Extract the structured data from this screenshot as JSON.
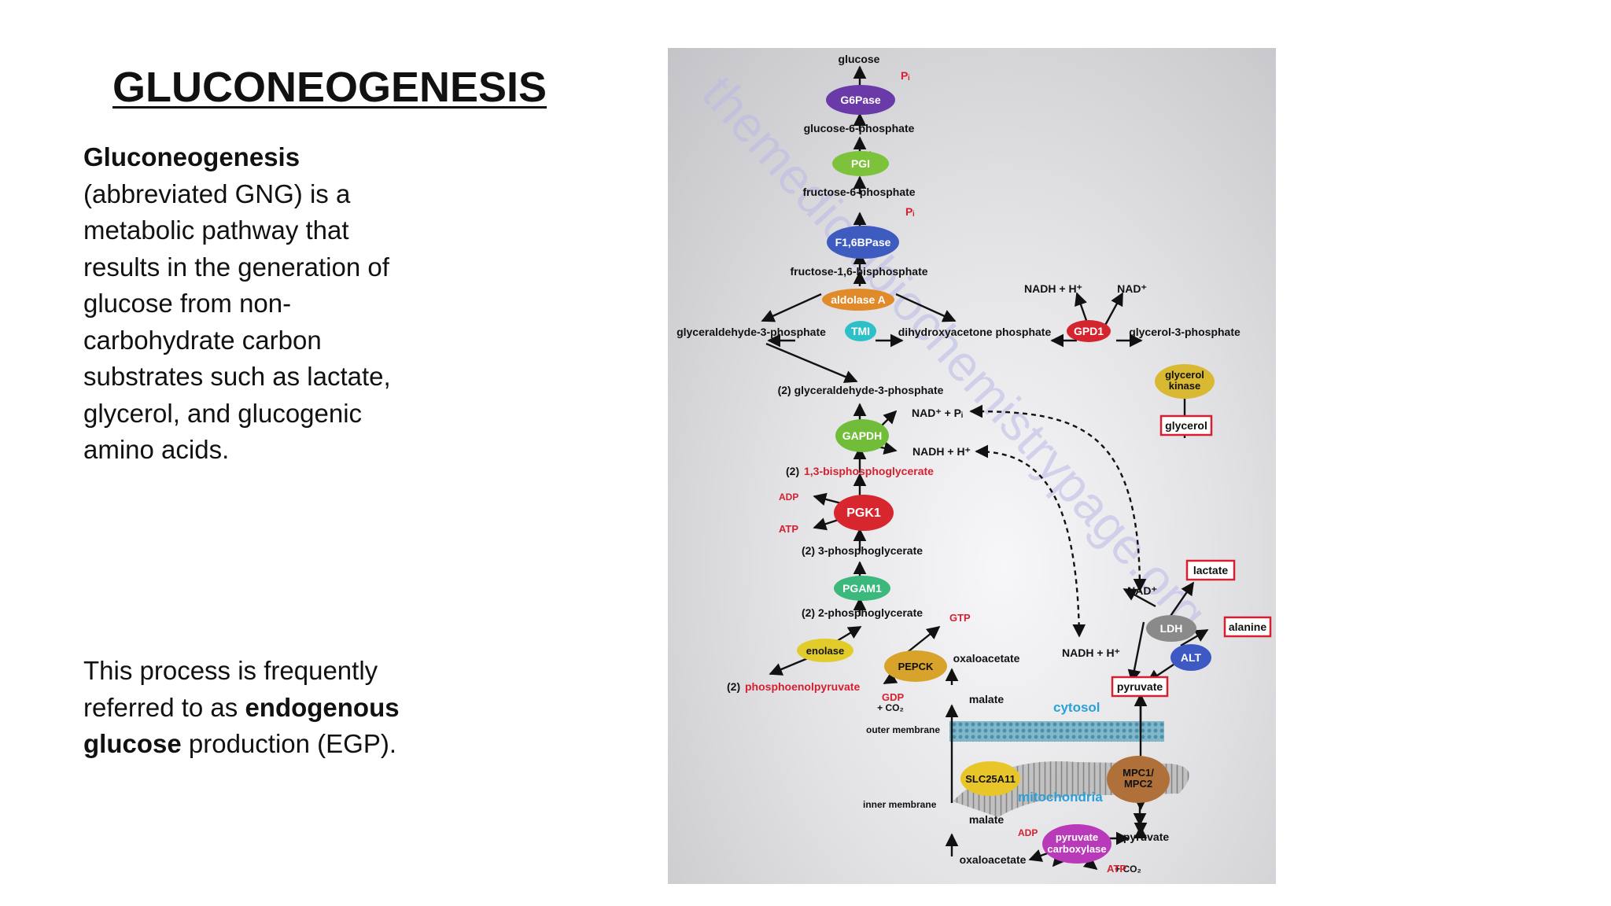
{
  "title": "GLUCONEOGENESIS",
  "intro": {
    "bold": "Gluconeogenesis",
    "rest": " (abbreviated GNG) is a metabolic pathway that results in the generation of glucose from non-carbohydrate carbon substrates such as lactate, glycerol, and glucogenic amino acids."
  },
  "second": {
    "before": "This process is frequently referred to as ",
    "bold": "endogenous glucose",
    "after": " production (EGP)."
  },
  "diagram": {
    "watermark": "themedicalbiochemistrypage.org",
    "colors": {
      "red": "#d42030",
      "blue_label": "#2aa0d8"
    },
    "metabolites": {
      "glucose": "glucose",
      "g6p": "glucose-6-phosphate",
      "f6p": "fructose-6-phosphate",
      "f16bp": "fructose-1,6-bisphosphate",
      "gap": "glyceraldehyde-3-phosphate",
      "dhap": "dihydroxyacetone phosphate",
      "g3p": "glycerol-3-phosphate",
      "gap2": "(2) glyceraldehyde-3-phosphate",
      "bpg_prefix": "(2)",
      "bpg": "1,3-bisphosphoglycerate",
      "pg3": "(2) 3-phosphoglycerate",
      "pg2": "(2) 2-phosphoglycerate",
      "pep_prefix": "(2)",
      "pep": "phosphoenolpyruvate",
      "oaa_cyt": "oxaloacetate",
      "malate_cyt": "malate",
      "malate_mito": "malate",
      "oaa_mito": "oxaloacetate",
      "pyruvate_mito": "pyruvate",
      "nadh_h_1": "NADH + H⁺",
      "nad_1": "NAD⁺",
      "nad_pi": "NAD⁺ + Pᵢ",
      "nadh_h_2": "NADH + H⁺",
      "nad_2": "NAD⁺",
      "nadh_h_3": "NADH + H⁺",
      "pi_1": "Pᵢ",
      "pi_2": "Pᵢ",
      "adp_1": "ADP",
      "atp_1": "ATP",
      "gtp": "GTP",
      "gdp": "GDP",
      "co2_1": "+ CO₂",
      "adp_2": "ADP",
      "atp_2": "ATP",
      "co2_2": "+ CO₂"
    },
    "enzymes": {
      "g6pase": "G6Pase",
      "pgi": "PGI",
      "f16bpase": "F1,6BPase",
      "aldolase": "aldolase A",
      "tmi": "TMI",
      "gpd1": "GPD1",
      "glycerol_kinase_1": "glycerol",
      "glycerol_kinase_2": "kinase",
      "gapdh": "GAPDH",
      "pgk1": "PGK1",
      "pgam1": "PGAM1",
      "enolase": "enolase",
      "pepck": "PEPCK",
      "ldh": "LDH",
      "alt": "ALT",
      "slc25a11": "SLC25A11",
      "mpc_1": "MPC1/",
      "mpc_2": "MPC2",
      "pc_1": "pyruvate",
      "pc_2": "carboxylase"
    },
    "boxed": {
      "glycerol": "glycerol",
      "lactate": "lactate",
      "alanine": "alanine",
      "pyruvate": "pyruvate"
    },
    "compartments": {
      "cytosol": "cytosol",
      "mitochondria": "mitochondria",
      "outer_membrane": "outer membrane",
      "inner_membrane": "inner membrane"
    }
  }
}
